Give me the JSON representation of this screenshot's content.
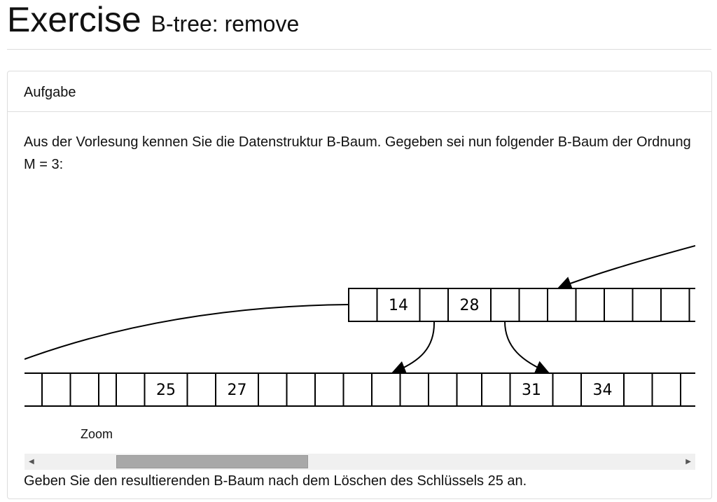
{
  "header": {
    "title": "Exercise",
    "subtitle": "B-tree: remove"
  },
  "panel": {
    "heading": "Aufgabe",
    "intro": "Aus der Vorlesung kennen Sie die Datenstruktur B-Baum. Gegeben sei nun folgender B-Baum der Ordnung M = 3:",
    "zoom_label": "Zoom",
    "question": "Geben Sie den resultierenden B-Baum nach dem Löschen des Schlüssels 25 an."
  },
  "tree": {
    "root": {
      "keys": [
        "14",
        "28"
      ]
    },
    "children": [
      {
        "keys": []
      },
      {
        "keys": [
          "25",
          "27"
        ]
      },
      {
        "keys": [
          "31",
          "34"
        ]
      }
    ]
  },
  "scrollbar": {
    "position_percent": 14,
    "left_icon": "triangle-left-icon",
    "right_icon": "triangle-right-icon"
  }
}
